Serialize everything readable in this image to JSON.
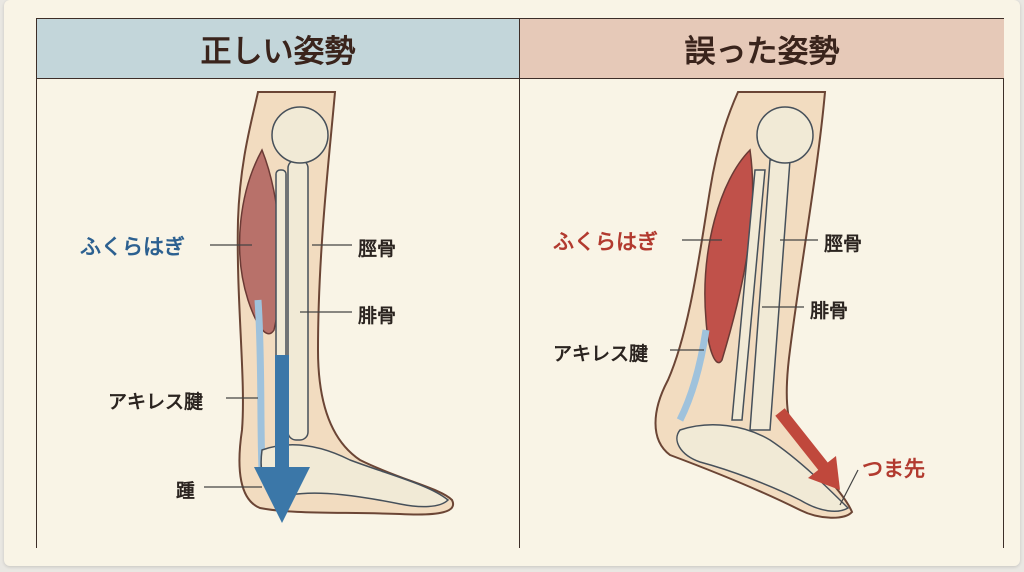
{
  "panels": {
    "correct": {
      "title": "正しい姿勢",
      "labels": {
        "calf": "ふくらはぎ",
        "tibia": "脛骨",
        "fibula": "腓骨",
        "achilles": "アキレス腱",
        "heel": "踵"
      },
      "accent": "#2c6090",
      "header_color": "#c3d6da"
    },
    "incorrect": {
      "title": "誤った姿勢",
      "labels": {
        "calf": "ふくらはぎ",
        "tibia": "脛骨",
        "fibula": "腓骨",
        "achilles": "アキレス腱",
        "toe": "つま先"
      },
      "accent": "#b23a2f",
      "header_color": "#e6c9b8"
    }
  }
}
